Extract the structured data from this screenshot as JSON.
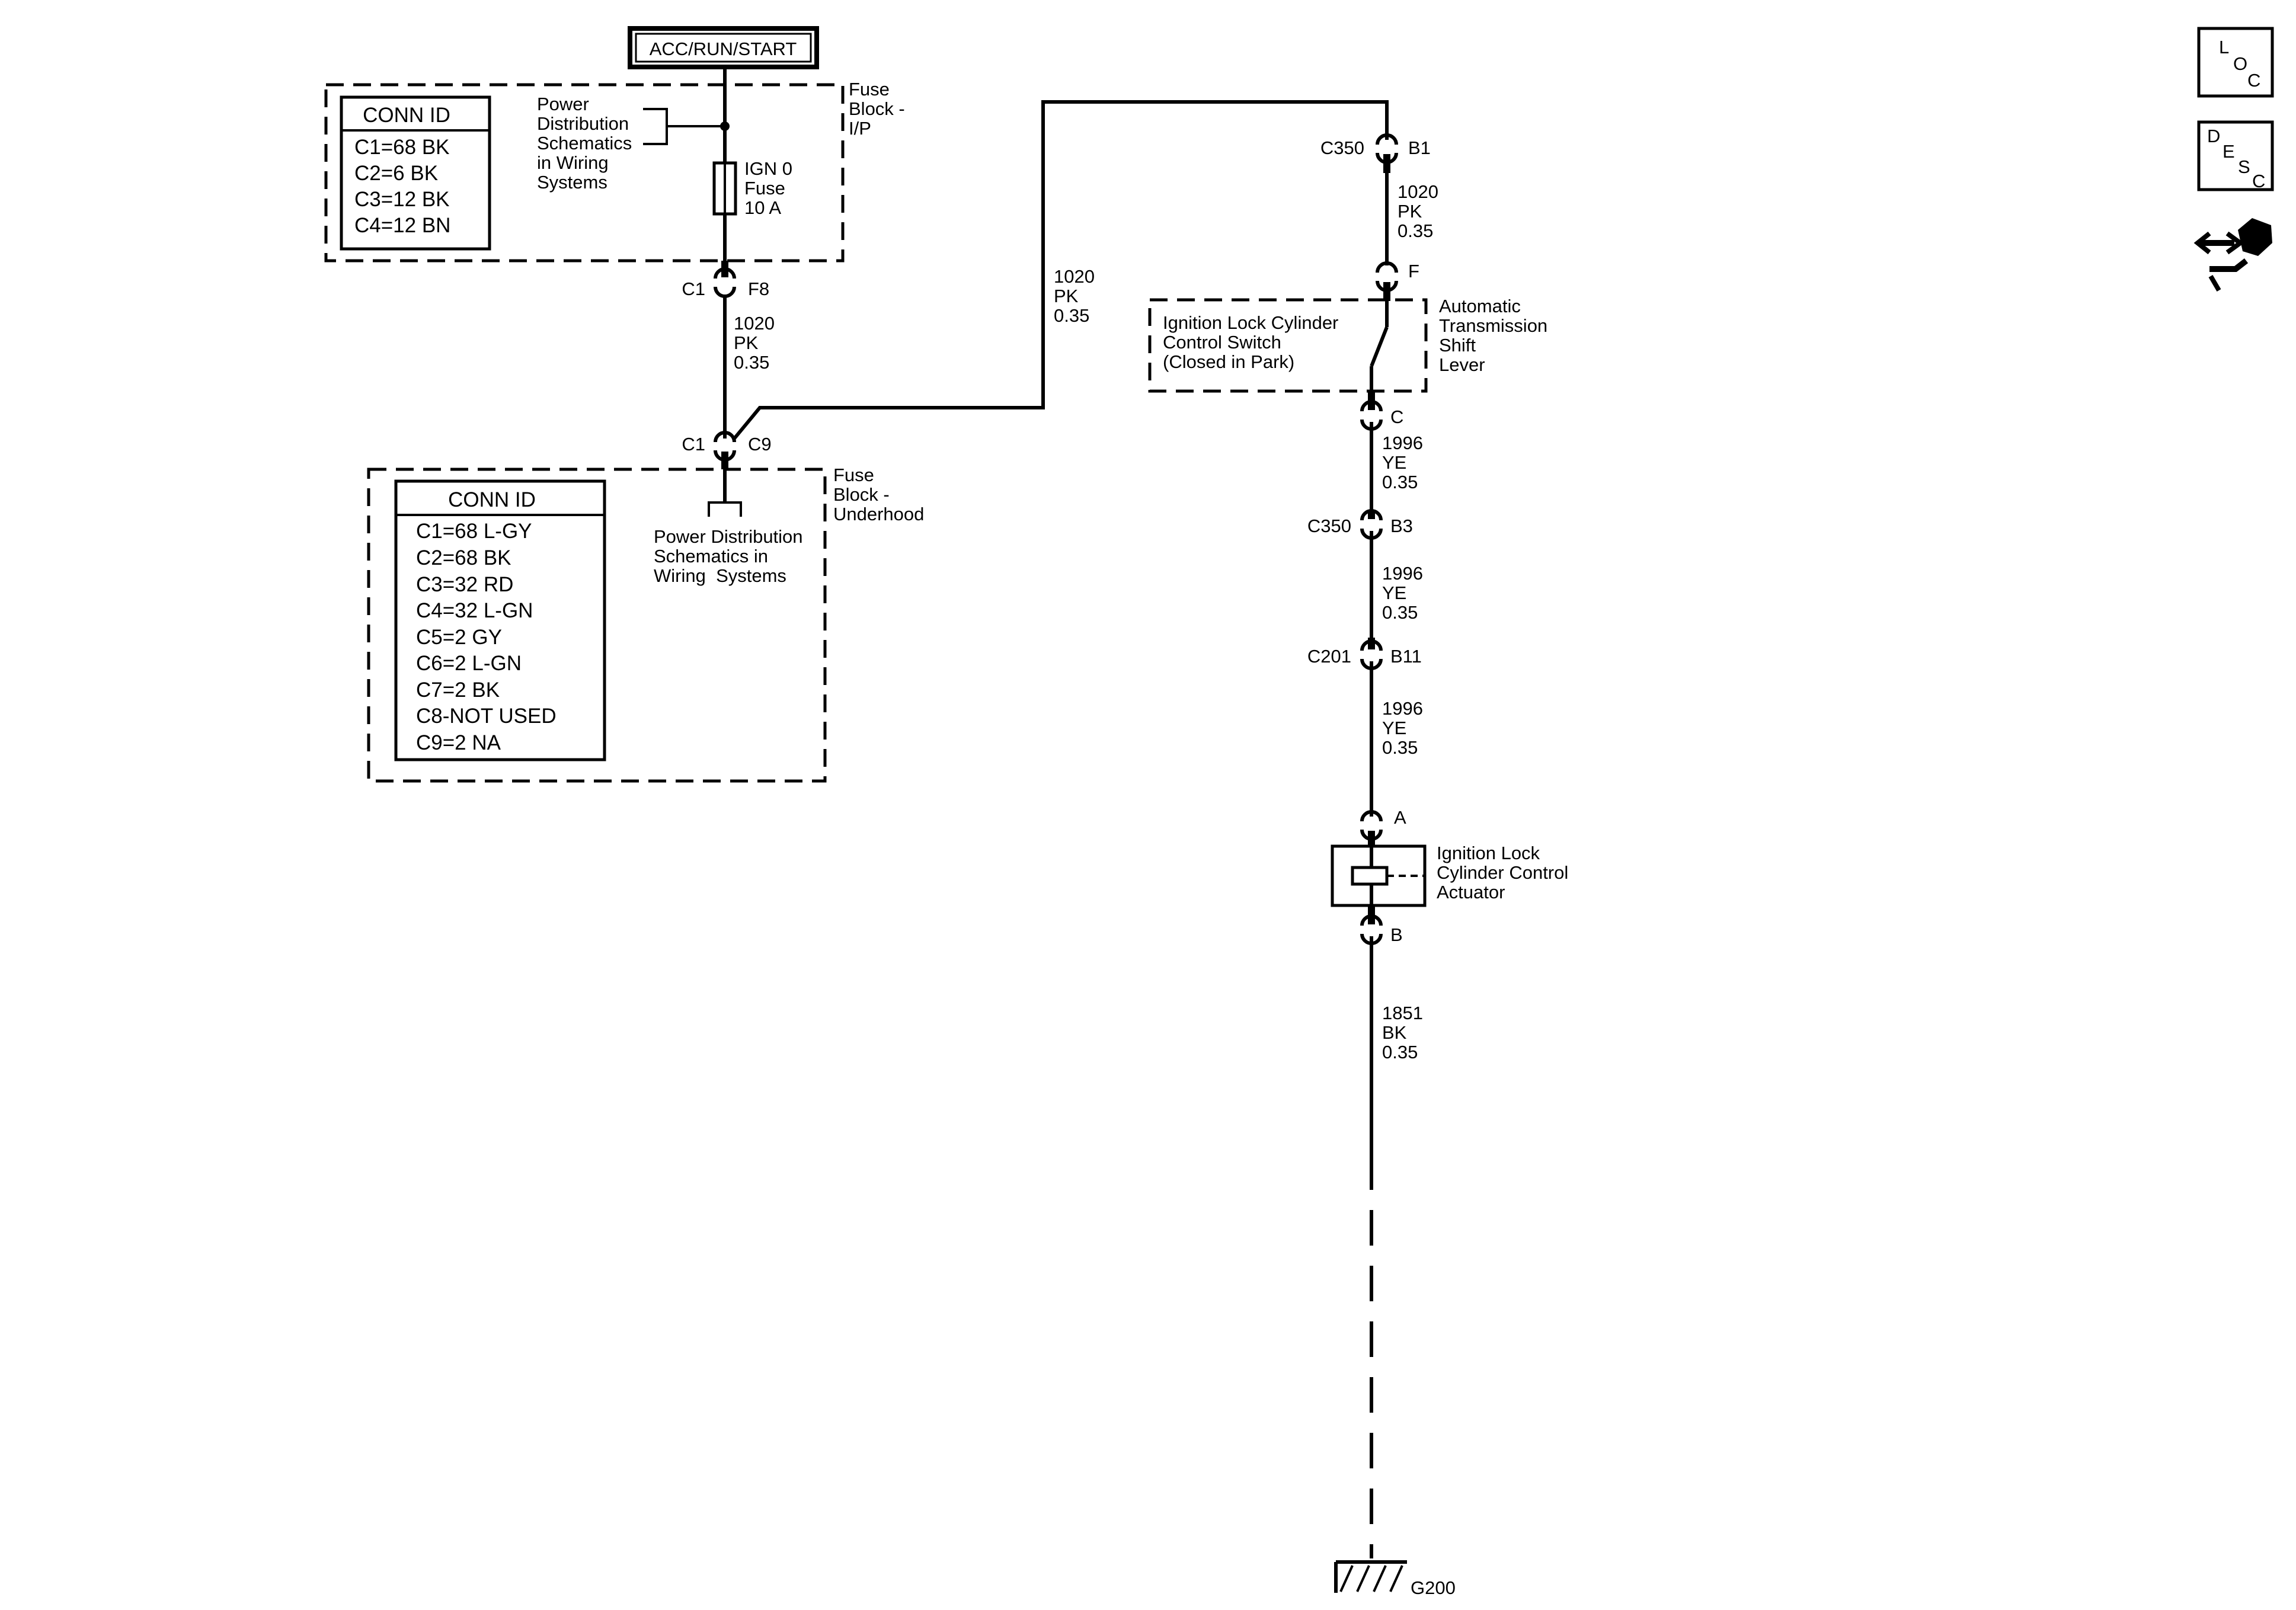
{
  "power_source": "ACC/RUN/START",
  "fuse_block_ip": {
    "title_lines": [
      "Fuse",
      "Block -",
      "I/P"
    ],
    "conn_id_header": "CONN ID",
    "conn_rows": [
      "C1=68 BK",
      "C2=6 BK",
      "C3=12 BK",
      "C4=12 BN"
    ],
    "power_dist_lines": [
      "Power",
      "Distribution",
      "Schematics",
      "in Wiring",
      "Systems"
    ],
    "fuse_lines": [
      "IGN 0",
      "Fuse",
      "10 A"
    ],
    "pin_c1": "C1",
    "pin_f8": "F8"
  },
  "wire_1020_a": [
    "1020",
    "PK",
    "0.35"
  ],
  "wire_1020_b": [
    "1020",
    "PK",
    "0.35"
  ],
  "wire_1020_c": [
    "1020",
    "PK",
    "0.35"
  ],
  "fuse_block_underhood": {
    "title_lines": [
      "Fuse",
      "Block -",
      "Underhood"
    ],
    "conn_id_header": "CONN ID",
    "conn_rows": [
      "C1=68 L-GY",
      "C2=68 BK",
      "C3=32 RD",
      "C4=32 L-GN",
      "C5=2 GY",
      "C6=2 L-GN",
      "C7=2 BK",
      "C8-NOT USED",
      "C9=2 NA"
    ],
    "power_dist_lines": [
      "Power Distribution",
      "Schematics in",
      "Wiring  Systems"
    ],
    "pin_c1": "C1",
    "pin_c9": "C9"
  },
  "connector_c350_top": {
    "name": "C350",
    "pin": "B1"
  },
  "shift_lever": {
    "pin_top": "F",
    "pin_bottom": "C",
    "switch_lines": [
      "Ignition Lock Cylinder",
      "Control Switch",
      "(Closed in Park)"
    ],
    "title_lines": [
      "Automatic",
      "Transmission",
      "Shift",
      "Lever"
    ]
  },
  "wire_1996_a": [
    "1996",
    "YE",
    "0.35"
  ],
  "connector_c350_mid": {
    "name": "C350",
    "pin": "B3"
  },
  "wire_1996_b": [
    "1996",
    "YE",
    "0.35"
  ],
  "connector_c201": {
    "name": "C201",
    "pin": "B11"
  },
  "wire_1996_c": [
    "1996",
    "YE",
    "0.35"
  ],
  "actuator": {
    "pin_top": "A",
    "pin_bottom": "B",
    "title_lines": [
      "Ignition Lock",
      "Cylinder Control",
      "Actuator"
    ]
  },
  "wire_1851": [
    "1851",
    "BK",
    "0.35"
  ],
  "ground": "G200",
  "side_buttons": {
    "loc": [
      "L",
      "O",
      "C"
    ],
    "desc": [
      "D",
      "E",
      "S",
      "C"
    ]
  }
}
